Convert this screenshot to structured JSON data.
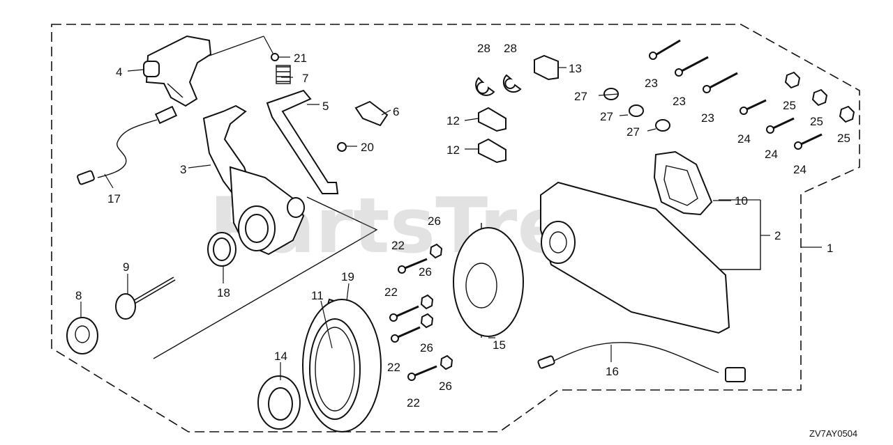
{
  "watermark": {
    "brand": "PartsTree"
  },
  "drawing_code": "ZV7AY0504",
  "callouts": {
    "c1": "1",
    "c2": "2",
    "c3": "3",
    "c4": "4",
    "c5": "5",
    "c6": "6",
    "c7": "7",
    "c8": "8",
    "c9": "9",
    "c10": "10",
    "c11": "11",
    "c12": "12",
    "c13": "13",
    "c14": "14",
    "c15": "15",
    "c16": "16",
    "c17": "17",
    "c18": "18",
    "c19": "19",
    "c20": "20",
    "c21": "21",
    "c22": "22",
    "c23": "23",
    "c24": "24",
    "c25": "25",
    "c26": "26",
    "c27": "27",
    "c28": "28"
  }
}
